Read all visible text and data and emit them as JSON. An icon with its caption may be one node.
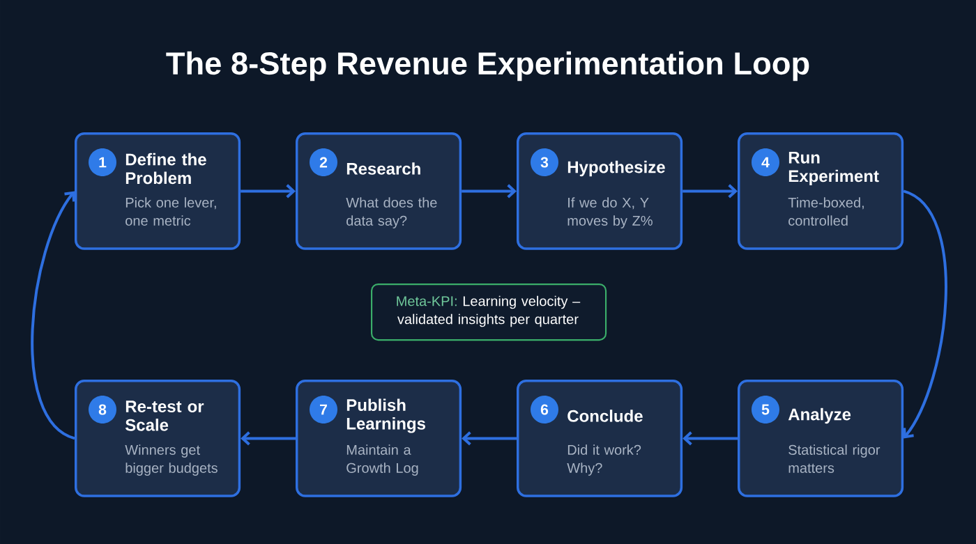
{
  "diagram": {
    "title": "The 8-Step Revenue Experimentation Loop",
    "nodes": [
      {
        "text": [
          "1",
          "Define the Problem",
          "Pick one lever, one metric"
        ]
      },
      {
        "text": [
          "2",
          "Research",
          "What does the data say?"
        ]
      },
      {
        "text": [
          "3",
          "Hypothesize",
          "If we do X, Y moves by Z%"
        ]
      },
      {
        "text": [
          "4",
          "Run Experiment",
          "Time-boxed, controlled"
        ]
      },
      {
        "text": [
          "5",
          "Analyze",
          "Statistical rigor matters"
        ]
      },
      {
        "text": [
          "6",
          "Conclude",
          "Did it work? Why?"
        ]
      },
      {
        "text": [
          "7",
          "Publish Learnings",
          "Maintain a Growth Log"
        ]
      },
      {
        "text": [
          "8",
          "Re-test or Scale",
          "Winners get bigger budgets"
        ]
      },
      {
        "text": [
          "Meta-KPI:",
          "Learning velocity – validated insights per quarter"
        ]
      }
    ],
    "edges": [
      {
        "from": 0,
        "to": 1,
        "arrow": "to"
      },
      {
        "from": 1,
        "to": 2,
        "arrow": "to"
      },
      {
        "from": 2,
        "to": 3,
        "arrow": "to"
      },
      {
        "from": 3,
        "to": 4,
        "arrow": "to"
      },
      {
        "from": 4,
        "to": 5,
        "arrow": "to"
      },
      {
        "from": 5,
        "to": 6,
        "arrow": "to"
      },
      {
        "from": 6,
        "to": 7,
        "arrow": "to"
      },
      {
        "from": 7,
        "to": 0,
        "arrow": "to"
      }
    ]
  }
}
